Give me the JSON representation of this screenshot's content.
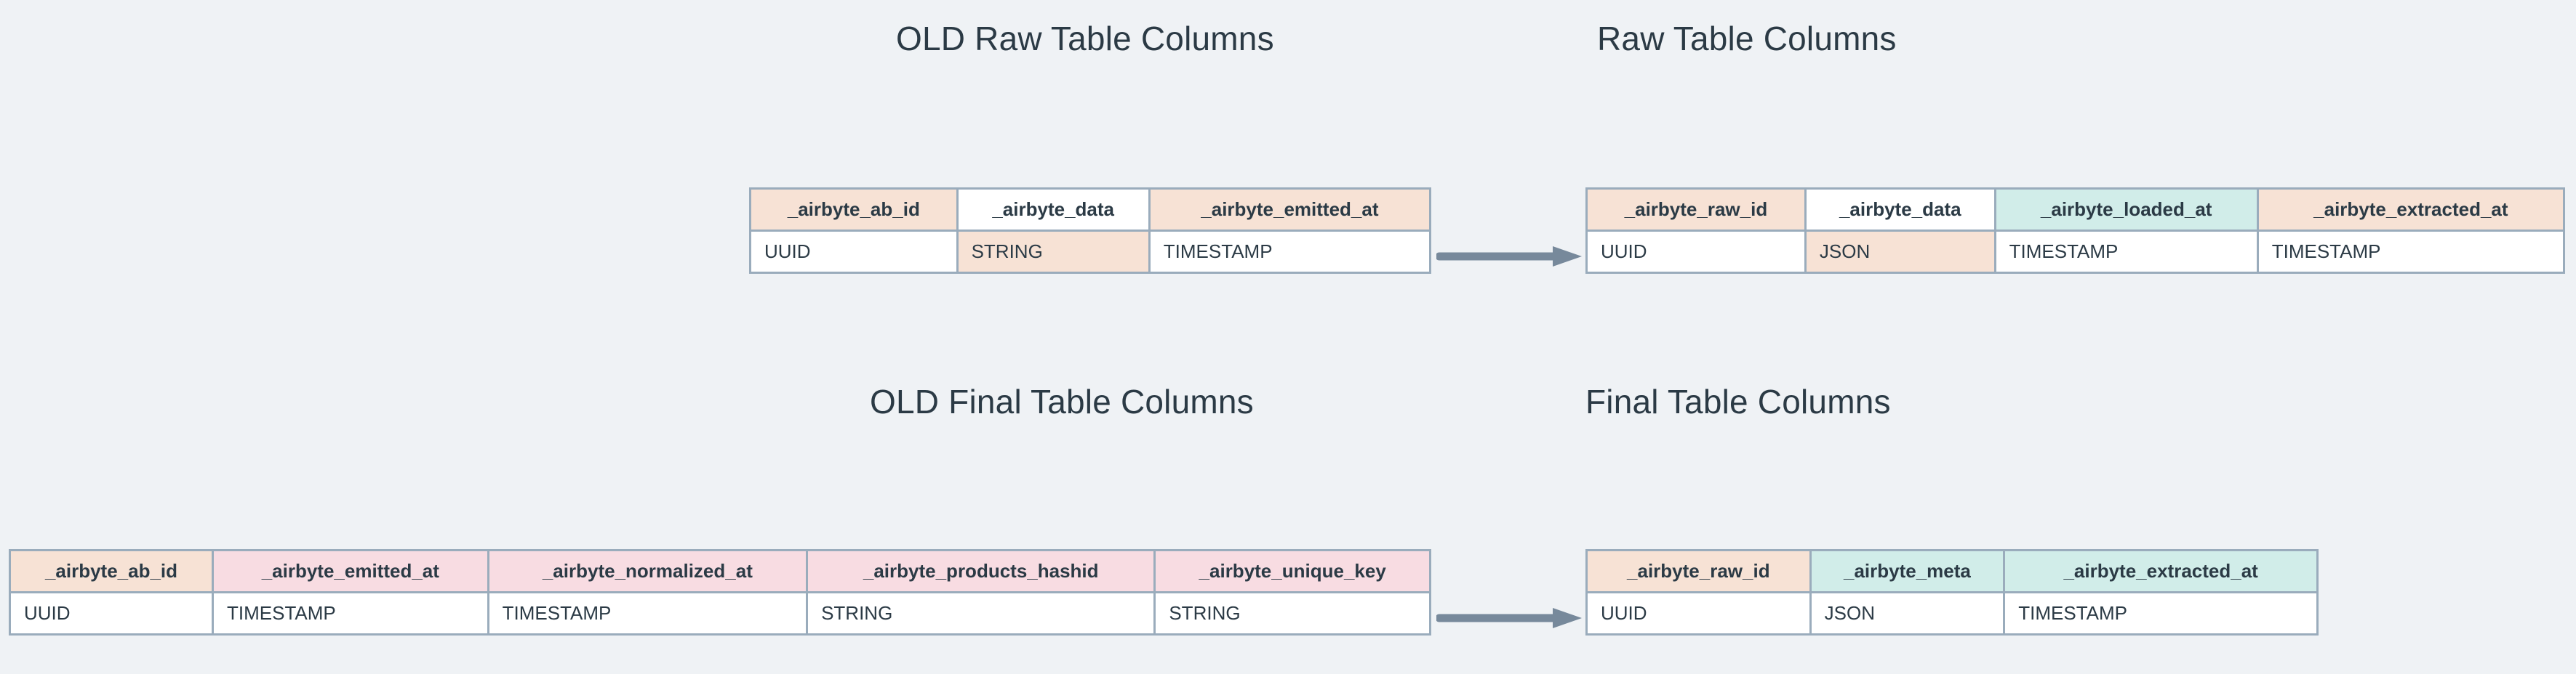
{
  "theme": {
    "background": "#EFF2F5",
    "text": "#2B3A45",
    "border": "#9AACBC",
    "peach": "#F7E2D5",
    "pink": "#F8DCE2",
    "mint": "#D1EDE9",
    "white": "#FFFFFF",
    "arrow": "#77899B"
  },
  "titles": {
    "old_raw": "OLD Raw Table Columns",
    "new_raw": "Raw Table Columns",
    "old_final": "OLD Final Table Columns",
    "new_final": "Final Table Columns"
  },
  "tables": {
    "old_raw": {
      "title": "OLD Raw Table Columns",
      "columns": [
        "_airbyte_ab_id",
        "_airbyte_data",
        "_airbyte_emitted_at"
      ],
      "types": [
        "UUID",
        "STRING",
        "TIMESTAMP"
      ],
      "header_colors": [
        "peach",
        "white",
        "peach"
      ],
      "type_colors": [
        "white",
        "peach",
        "white"
      ]
    },
    "new_raw": {
      "title": "Raw Table Columns",
      "columns": [
        "_airbyte_raw_id",
        "_airbyte_data",
        "_airbyte_loaded_at",
        "_airbyte_extracted_at"
      ],
      "types": [
        "UUID",
        "JSON",
        "TIMESTAMP",
        "TIMESTAMP"
      ],
      "header_colors": [
        "peach",
        "white",
        "mint",
        "peach"
      ],
      "type_colors": [
        "white",
        "peach",
        "white",
        "white"
      ]
    },
    "old_final": {
      "title": "OLD Final Table Columns",
      "columns": [
        "_airbyte_ab_id",
        "_airbyte_emitted_at",
        "_airbyte_normalized_at",
        "_airbyte_products_hashid",
        "_airbyte_unique_key"
      ],
      "types": [
        "UUID",
        "TIMESTAMP",
        "TIMESTAMP",
        "STRING",
        "STRING"
      ],
      "header_colors": [
        "peach",
        "pink",
        "pink",
        "pink",
        "pink"
      ],
      "type_colors": [
        "white",
        "white",
        "white",
        "white",
        "white"
      ]
    },
    "new_final": {
      "title": "Final Table Columns",
      "columns": [
        "_airbyte_raw_id",
        "_airbyte_meta",
        "_airbyte_extracted_at"
      ],
      "types": [
        "UUID",
        "JSON",
        "TIMESTAMP"
      ],
      "header_colors": [
        "peach",
        "mint",
        "mint"
      ],
      "type_colors": [
        "white",
        "white",
        "white"
      ]
    }
  },
  "arrows": [
    {
      "name": "raw-migration-arrow",
      "from": "old_raw",
      "to": "new_raw"
    },
    {
      "name": "final-migration-arrow",
      "from": "old_final",
      "to": "new_final"
    }
  ]
}
